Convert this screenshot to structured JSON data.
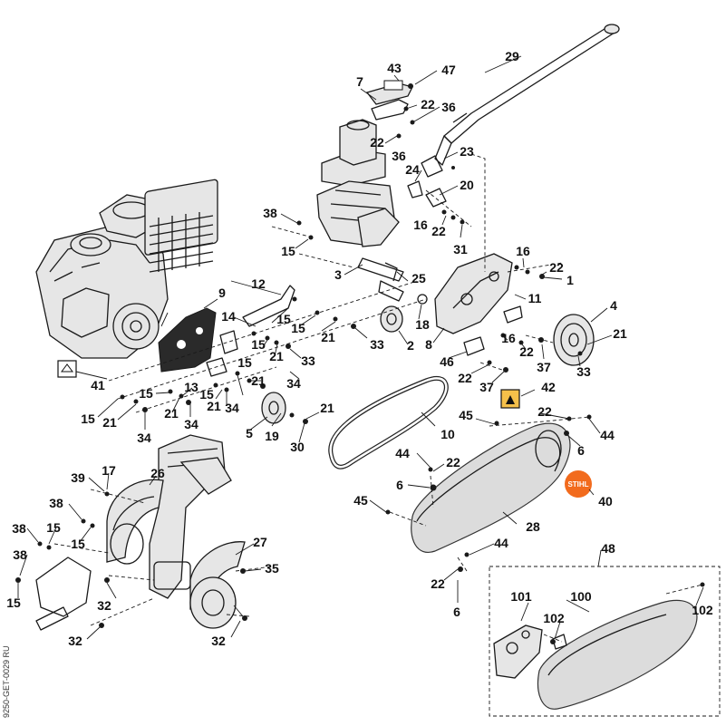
{
  "diagram": {
    "side_code": "9250-GET-0029",
    "side_code_2": "RU",
    "brand": "STIHL",
    "callouts": [
      "1",
      "2",
      "3",
      "4",
      "5",
      "6",
      "7",
      "8",
      "9",
      "10",
      "11",
      "12",
      "13",
      "14",
      "15",
      "16",
      "17",
      "18",
      "19",
      "20",
      "21",
      "22",
      "23",
      "24",
      "25",
      "26",
      "27",
      "28",
      "29",
      "30",
      "31",
      "32",
      "33",
      "34",
      "35",
      "36",
      "37",
      "38",
      "39",
      "40",
      "41",
      "42",
      "43",
      "44",
      "45",
      "46",
      "47",
      "48",
      "100",
      "101",
      "102"
    ]
  }
}
